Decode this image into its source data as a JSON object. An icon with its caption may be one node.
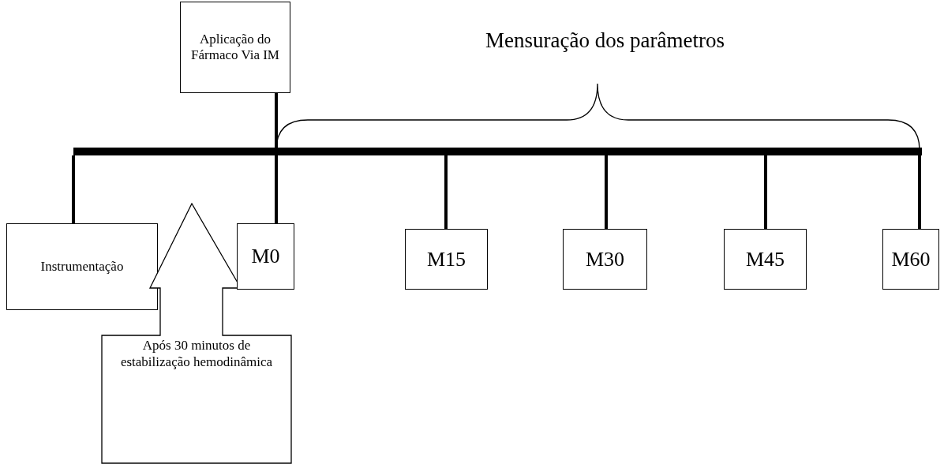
{
  "diagram": {
    "nodes": [
      {
        "text": [
          "Aplicação do Fármaco Via IM"
        ]
      },
      {
        "text": [],
        "shape": "bar"
      },
      {
        "text": [
          "Instrumentação"
        ]
      },
      {
        "text": [
          "Após 30 minutos de estabilização hemodinâmica"
        ]
      },
      {
        "text": [
          "M0"
        ]
      },
      {
        "text": [
          "M15"
        ]
      },
      {
        "text": [
          "M30"
        ]
      },
      {
        "text": [
          "M45"
        ]
      },
      {
        "text": [
          "M60"
        ]
      }
    ],
    "edges": [
      {
        "from": 0,
        "to": 1,
        "arrow": "none"
      },
      {
        "from": 1,
        "to": 2,
        "arrow": "none"
      },
      {
        "from": 1,
        "to": 4,
        "arrow": "none"
      },
      {
        "from": 1,
        "to": 5,
        "arrow": "none"
      },
      {
        "from": 1,
        "to": 6,
        "arrow": "none"
      },
      {
        "from": 1,
        "to": 7,
        "arrow": "none"
      },
      {
        "from": 1,
        "to": 8,
        "arrow": "none"
      }
    ],
    "labels": [
      "Mensuração dos parâmetros"
    ]
  }
}
